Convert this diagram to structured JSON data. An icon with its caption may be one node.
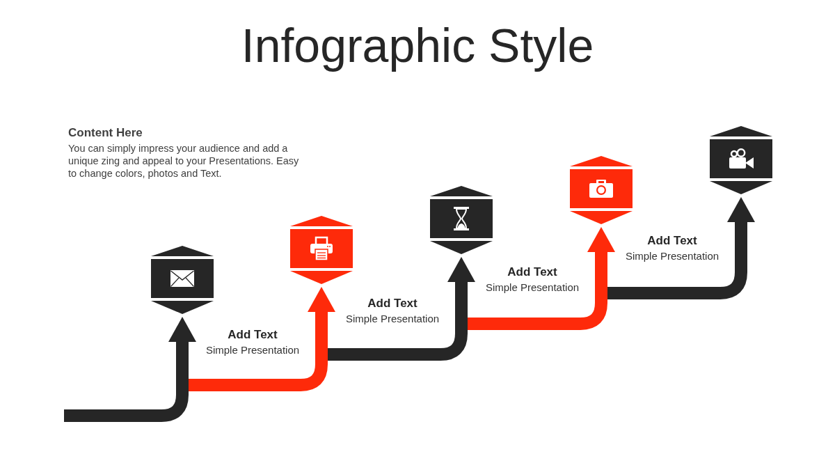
{
  "diagram": {
    "title": "Infographic Style",
    "nodes": [
      {
        "text": [],
        "shape": "hexagon"
      },
      {
        "text": [],
        "shape": "hexagon"
      },
      {
        "text": [],
        "shape": "hexagon"
      },
      {
        "text": [],
        "shape": "hexagon"
      },
      {
        "text": [],
        "shape": "hexagon"
      }
    ],
    "edges": [
      {
        "from": null,
        "to": 0,
        "arrow": "to"
      },
      {
        "from": null,
        "to": 1,
        "arrow": "to",
        "color": "#fe2a0a"
      },
      {
        "from": null,
        "to": 2,
        "arrow": "to"
      },
      {
        "from": null,
        "to": 3,
        "arrow": "to",
        "color": "#fe2a0a"
      },
      {
        "from": null,
        "to": 4,
        "arrow": "to"
      }
    ],
    "labels": [
      "Content Here",
      "You can simply impress your audience and add a unique zing and appeal to your Presentations. Easy to change colors, photos and Text.",
      "Add Text",
      "Simple Presentation",
      "Add Text",
      "Simple Presentation",
      "Add Text",
      "Simple Presentation",
      "Add Text",
      "Simple Presentation"
    ]
  }
}
